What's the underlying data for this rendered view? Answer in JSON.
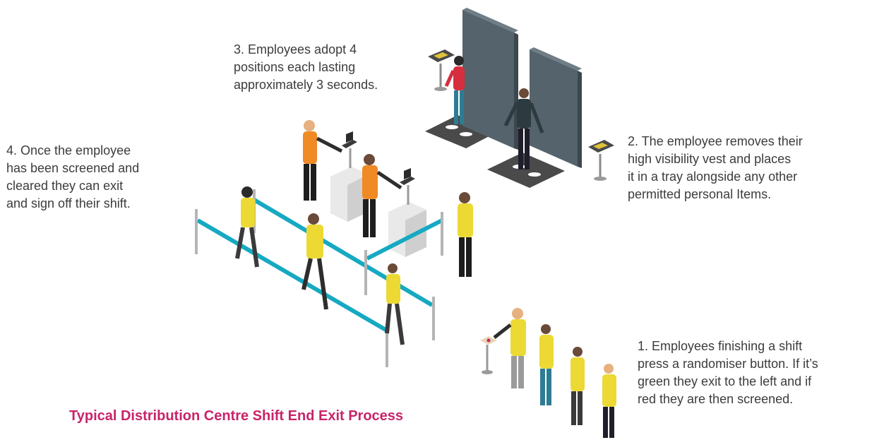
{
  "title": "Typical Distribution Centre Shift End Exit Process",
  "steps": [
    {
      "lines": [
        "1. Employees finishing a shift",
        "press a randomiser button. If it’s",
        "green they exit to the left and if",
        "red they are then screened."
      ]
    },
    {
      "lines": [
        "2. The employee removes their",
        "high visibility vest and places",
        "it in a tray alongside any other",
        "permitted personal Items."
      ]
    },
    {
      "lines": [
        "3. Employees adopt 4",
        "positions each lasting",
        "approximately 3 seconds."
      ]
    },
    {
      "lines": [
        "4. Once the employee",
        "has been screened and",
        "cleared they can exit",
        "and sign off their shift."
      ]
    }
  ],
  "colors": {
    "title": "#c8246a",
    "barrier": "#16a9c2",
    "panel": "#4f5d66",
    "vest": "#ecd933",
    "orange_vest": "#f08a24",
    "mat": "#4a4a4a"
  },
  "icons": [
    "scanner-panel",
    "footprint-mat",
    "tray-stand",
    "laptop-station",
    "barrier-tape",
    "randomiser-button"
  ]
}
